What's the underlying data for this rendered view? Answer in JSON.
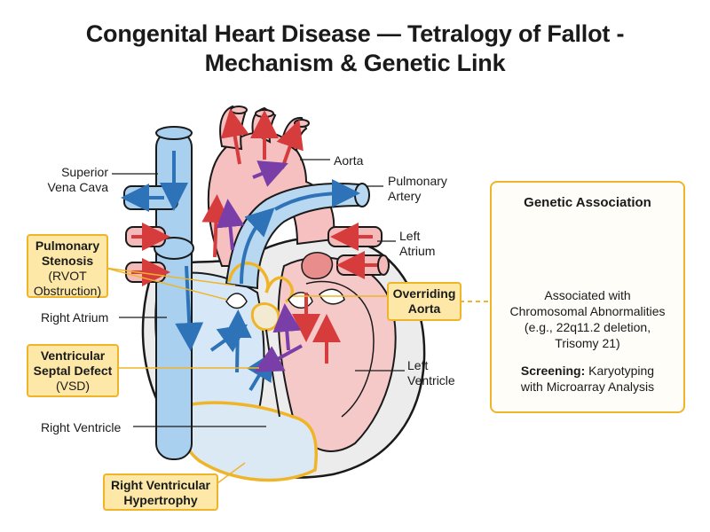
{
  "title_line1": "Congenital Heart Disease — Tetralogy of Fallot -",
  "title_line2": "Mechanism & Genetic Link",
  "labels": {
    "superior_vena_cava": [
      "Superior",
      "Vena Cava"
    ],
    "aorta": "Aorta",
    "pulmonary_artery": [
      "Pulmonary",
      "Artery"
    ],
    "left_atrium": [
      "Left",
      "Atrium"
    ],
    "right_atrium": "Right Atrium",
    "left_ventricle": [
      "Left",
      "Ventricle"
    ],
    "right_ventricle": "Right Ventricle"
  },
  "callouts": {
    "pulmonary_stenosis": {
      "bold": [
        "Pulmonary",
        "Stenosis"
      ],
      "normal": [
        "(RVOT",
        "Obstruction)"
      ]
    },
    "overriding_aorta": {
      "bold": [
        "Overriding",
        "Aorta"
      ],
      "normal": []
    },
    "vsd": {
      "bold": [
        "Ventricular",
        "Septal Defect"
      ],
      "normal": [
        "(VSD)"
      ]
    },
    "rvh": {
      "bold": [
        "Right Ventricular",
        "Hypertrophy"
      ],
      "normal": []
    }
  },
  "genetic_panel": {
    "title": "Genetic Association",
    "body": [
      "Associated with",
      "Chromosomal Abnormalities",
      "(e.g., 22q11.2 deletion,",
      "Trisomy 21)"
    ],
    "screening_label": "Screening:",
    "screening_text_1": "Karyotyping",
    "screening_text_2": "with Microarray Analysis"
  },
  "colors": {
    "oxygenated": "#d63c3c",
    "deoxygenated": "#2e73b8",
    "mixed": "#7a3ea8",
    "highlight": "#f0b429",
    "callout_fill": "#fde8a8"
  },
  "icons": [
    "chromosome-icon",
    "dna-helix-icon"
  ]
}
